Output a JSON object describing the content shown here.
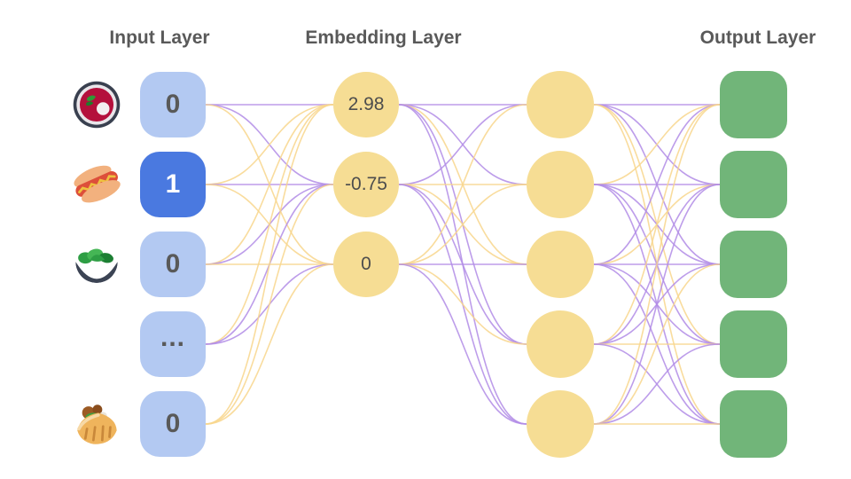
{
  "titles": {
    "input": "Input Layer",
    "embedding": "Embedding Layer",
    "output": "Output Layer"
  },
  "colors": {
    "edge_purple": "#b28ce6",
    "edge_yellow": "#f8d68c",
    "input_node": "#b3c9f2",
    "input_node_active": "#4a79e0",
    "embedding_node": "#f6dd94",
    "output_node": "#71b579",
    "node_text": "#595959",
    "value_text": "#4d4d4d",
    "active_text": "#ffffff",
    "title_text": "#595959"
  },
  "layers": {
    "input": {
      "nodes": [
        {
          "label": "0",
          "icon": "borscht-icon",
          "active": false
        },
        {
          "label": "1",
          "icon": "hotdog-icon",
          "active": true
        },
        {
          "label": "0",
          "icon": "salad-icon",
          "active": false
        },
        {
          "label": "...",
          "icon": null,
          "active": false
        },
        {
          "label": "0",
          "icon": "pita-icon",
          "active": false
        }
      ]
    },
    "embedding": {
      "nodes": [
        {
          "label": "2.98"
        },
        {
          "label": "-0.75"
        },
        {
          "label": "0"
        }
      ]
    },
    "hidden": {
      "nodes": [
        {},
        {},
        {},
        {},
        {}
      ]
    },
    "output": {
      "nodes": [
        {},
        {},
        {},
        {},
        {}
      ]
    }
  },
  "edges": {
    "input_to_embedding": [
      {
        "from": 0,
        "to": 0,
        "color": "purple"
      },
      {
        "from": 0,
        "to": 1,
        "color": "purple"
      },
      {
        "from": 0,
        "to": 2,
        "color": "yellow"
      },
      {
        "from": 1,
        "to": 0,
        "color": "yellow"
      },
      {
        "from": 1,
        "to": 1,
        "color": "purple"
      },
      {
        "from": 1,
        "to": 2,
        "color": "yellow"
      },
      {
        "from": 2,
        "to": 0,
        "color": "yellow"
      },
      {
        "from": 2,
        "to": 1,
        "color": "purple"
      },
      {
        "from": 2,
        "to": 2,
        "color": "yellow"
      },
      {
        "from": 3,
        "to": 0,
        "color": "yellow"
      },
      {
        "from": 3,
        "to": 1,
        "color": "purple"
      },
      {
        "from": 3,
        "to": 2,
        "color": "purple"
      },
      {
        "from": 4,
        "to": 0,
        "color": "yellow"
      },
      {
        "from": 4,
        "to": 1,
        "color": "yellow"
      },
      {
        "from": 4,
        "to": 2,
        "color": "yellow"
      }
    ],
    "embedding_to_hidden": [
      {
        "from": 0,
        "to": 0,
        "color": "purple"
      },
      {
        "from": 0,
        "to": 1,
        "color": "purple"
      },
      {
        "from": 0,
        "to": 2,
        "color": "yellow"
      },
      {
        "from": 0,
        "to": 3,
        "color": "purple"
      },
      {
        "from": 0,
        "to": 4,
        "color": "purple"
      },
      {
        "from": 1,
        "to": 0,
        "color": "purple"
      },
      {
        "from": 1,
        "to": 1,
        "color": "yellow"
      },
      {
        "from": 1,
        "to": 2,
        "color": "yellow"
      },
      {
        "from": 1,
        "to": 3,
        "color": "purple"
      },
      {
        "from": 1,
        "to": 4,
        "color": "purple"
      },
      {
        "from": 2,
        "to": 0,
        "color": "yellow"
      },
      {
        "from": 2,
        "to": 1,
        "color": "yellow"
      },
      {
        "from": 2,
        "to": 2,
        "color": "purple"
      },
      {
        "from": 2,
        "to": 3,
        "color": "yellow"
      },
      {
        "from": 2,
        "to": 4,
        "color": "purple"
      }
    ],
    "hidden_to_output": [
      {
        "from": 0,
        "to": 0,
        "color": "purple"
      },
      {
        "from": 0,
        "to": 1,
        "color": "purple"
      },
      {
        "from": 0,
        "to": 2,
        "color": "purple"
      },
      {
        "from": 0,
        "to": 3,
        "color": "yellow"
      },
      {
        "from": 0,
        "to": 4,
        "color": "yellow"
      },
      {
        "from": 1,
        "to": 0,
        "color": "yellow"
      },
      {
        "from": 1,
        "to": 1,
        "color": "purple"
      },
      {
        "from": 1,
        "to": 2,
        "color": "purple"
      },
      {
        "from": 1,
        "to": 3,
        "color": "purple"
      },
      {
        "from": 1,
        "to": 4,
        "color": "purple"
      },
      {
        "from": 2,
        "to": 0,
        "color": "purple"
      },
      {
        "from": 2,
        "to": 1,
        "color": "yellow"
      },
      {
        "from": 2,
        "to": 2,
        "color": "purple"
      },
      {
        "from": 2,
        "to": 3,
        "color": "purple"
      },
      {
        "from": 2,
        "to": 4,
        "color": "purple"
      },
      {
        "from": 3,
        "to": 0,
        "color": "yellow"
      },
      {
        "from": 3,
        "to": 1,
        "color": "purple"
      },
      {
        "from": 3,
        "to": 2,
        "color": "purple"
      },
      {
        "from": 3,
        "to": 3,
        "color": "yellow"
      },
      {
        "from": 3,
        "to": 4,
        "color": "purple"
      },
      {
        "from": 4,
        "to": 0,
        "color": "yellow"
      },
      {
        "from": 4,
        "to": 1,
        "color": "purple"
      },
      {
        "from": 4,
        "to": 2,
        "color": "yellow"
      },
      {
        "from": 4,
        "to": 3,
        "color": "purple"
      },
      {
        "from": 4,
        "to": 4,
        "color": "yellow"
      }
    ]
  }
}
